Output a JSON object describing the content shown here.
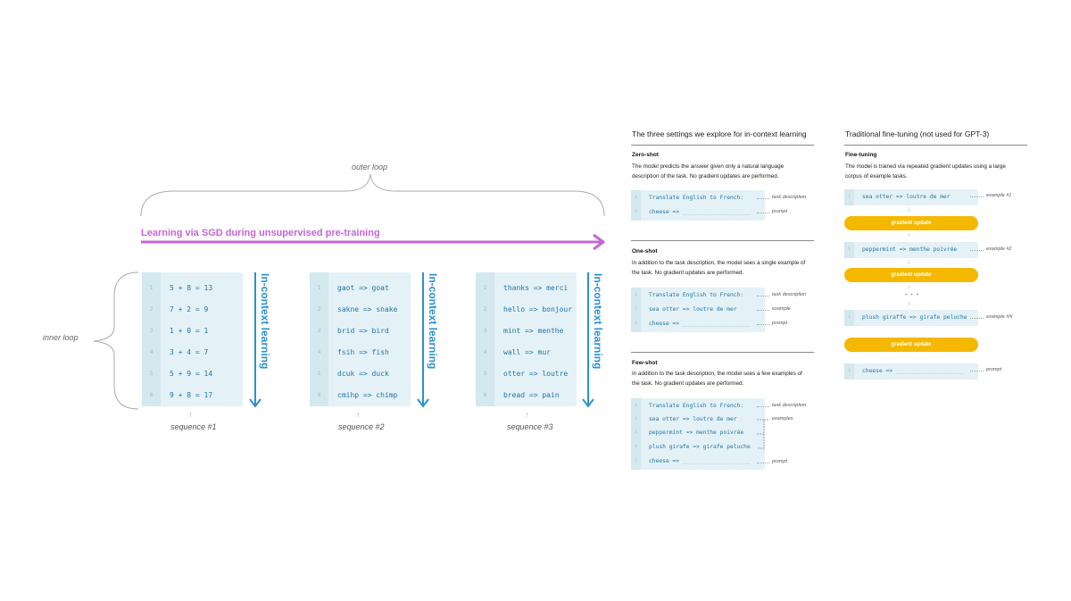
{
  "left": {
    "outer_loop": "outer loop",
    "inner_loop": "inner loop",
    "pretraining": "Learning via SGD during unsupervised pre-training",
    "icl": "In-context learning",
    "sequences": [
      {
        "label": "sequence #1",
        "lines": [
          "5 + 8 = 13",
          "7 + 2 = 9",
          "1 + 0 = 1",
          "3 + 4 = 7",
          "5 + 9 = 14",
          "9 + 8 = 17"
        ]
      },
      {
        "label": "sequence #2",
        "lines": [
          "gaot => goat",
          "sakne => snake",
          "brid => bird",
          "fsih => fish",
          "dcuk => duck",
          "cmihp => chimp"
        ]
      },
      {
        "label": "sequence #3",
        "lines": [
          "thanks => merci",
          "hello => bonjour",
          "mint => menthe",
          "wall => mur",
          "otter => loutre",
          "bread => pain"
        ]
      }
    ],
    "line_numbers": [
      "1",
      "2",
      "3",
      "4",
      "5",
      "6"
    ],
    "colors": {
      "pretrain": "#c465d8",
      "icl": "#2a92cf",
      "code": "#2276a6"
    }
  },
  "middle": {
    "title": "The three settings we explore for in-context learning",
    "zero": {
      "title": "Zero-shot",
      "desc": "The model predicts the answer given only a natural language description of the task. No gradient updates are performed.",
      "lines": [
        "Translate English to French:",
        "cheese =>"
      ],
      "nums": [
        "1",
        "2"
      ],
      "ann": [
        "task description",
        "prompt"
      ]
    },
    "one": {
      "title": "One-shot",
      "desc": "In addition to the task description, the model sees a single example of the task. No gradient updates are performed.",
      "lines": [
        "Translate English to French:",
        "sea otter => loutre de mer",
        "cheese =>"
      ],
      "nums": [
        "1",
        "2",
        "3"
      ],
      "ann": [
        "task description",
        "example",
        "prompt"
      ]
    },
    "few": {
      "title": "Few-shot",
      "desc": "In addition to the task description, the model sees a few examples of the task. No gradient updates are performed.",
      "lines": [
        "Translate English to French:",
        "sea otter => loutre de mer",
        "peppermint => menthe poivrée",
        "plush girafe => girafe peluche",
        "cheese =>"
      ],
      "nums": [
        "1",
        "2",
        "3",
        "4",
        "5"
      ],
      "ann": [
        "task description",
        "examples",
        "prompt"
      ]
    }
  },
  "right": {
    "title": "Traditional fine-tuning (not used for GPT-3)",
    "section_title": "Fine-tuning",
    "desc": "The model is trained via repeated gradient updates using a large corpus of example tasks.",
    "examples": [
      {
        "num": "1",
        "text": "sea otter => loutre de mer",
        "ann": "example #1"
      },
      {
        "num": "1",
        "text": "peppermint => menthe poivrée",
        "ann": "example #2"
      },
      {
        "num": "1",
        "text": "plush giraffe => girafe peluche",
        "ann": "example #N"
      }
    ],
    "gradient_update": "gradient update",
    "prompt": {
      "num": "1",
      "text": "cheese =>",
      "ann": "prompt"
    },
    "colors": {
      "pill": "#f5b800"
    }
  }
}
